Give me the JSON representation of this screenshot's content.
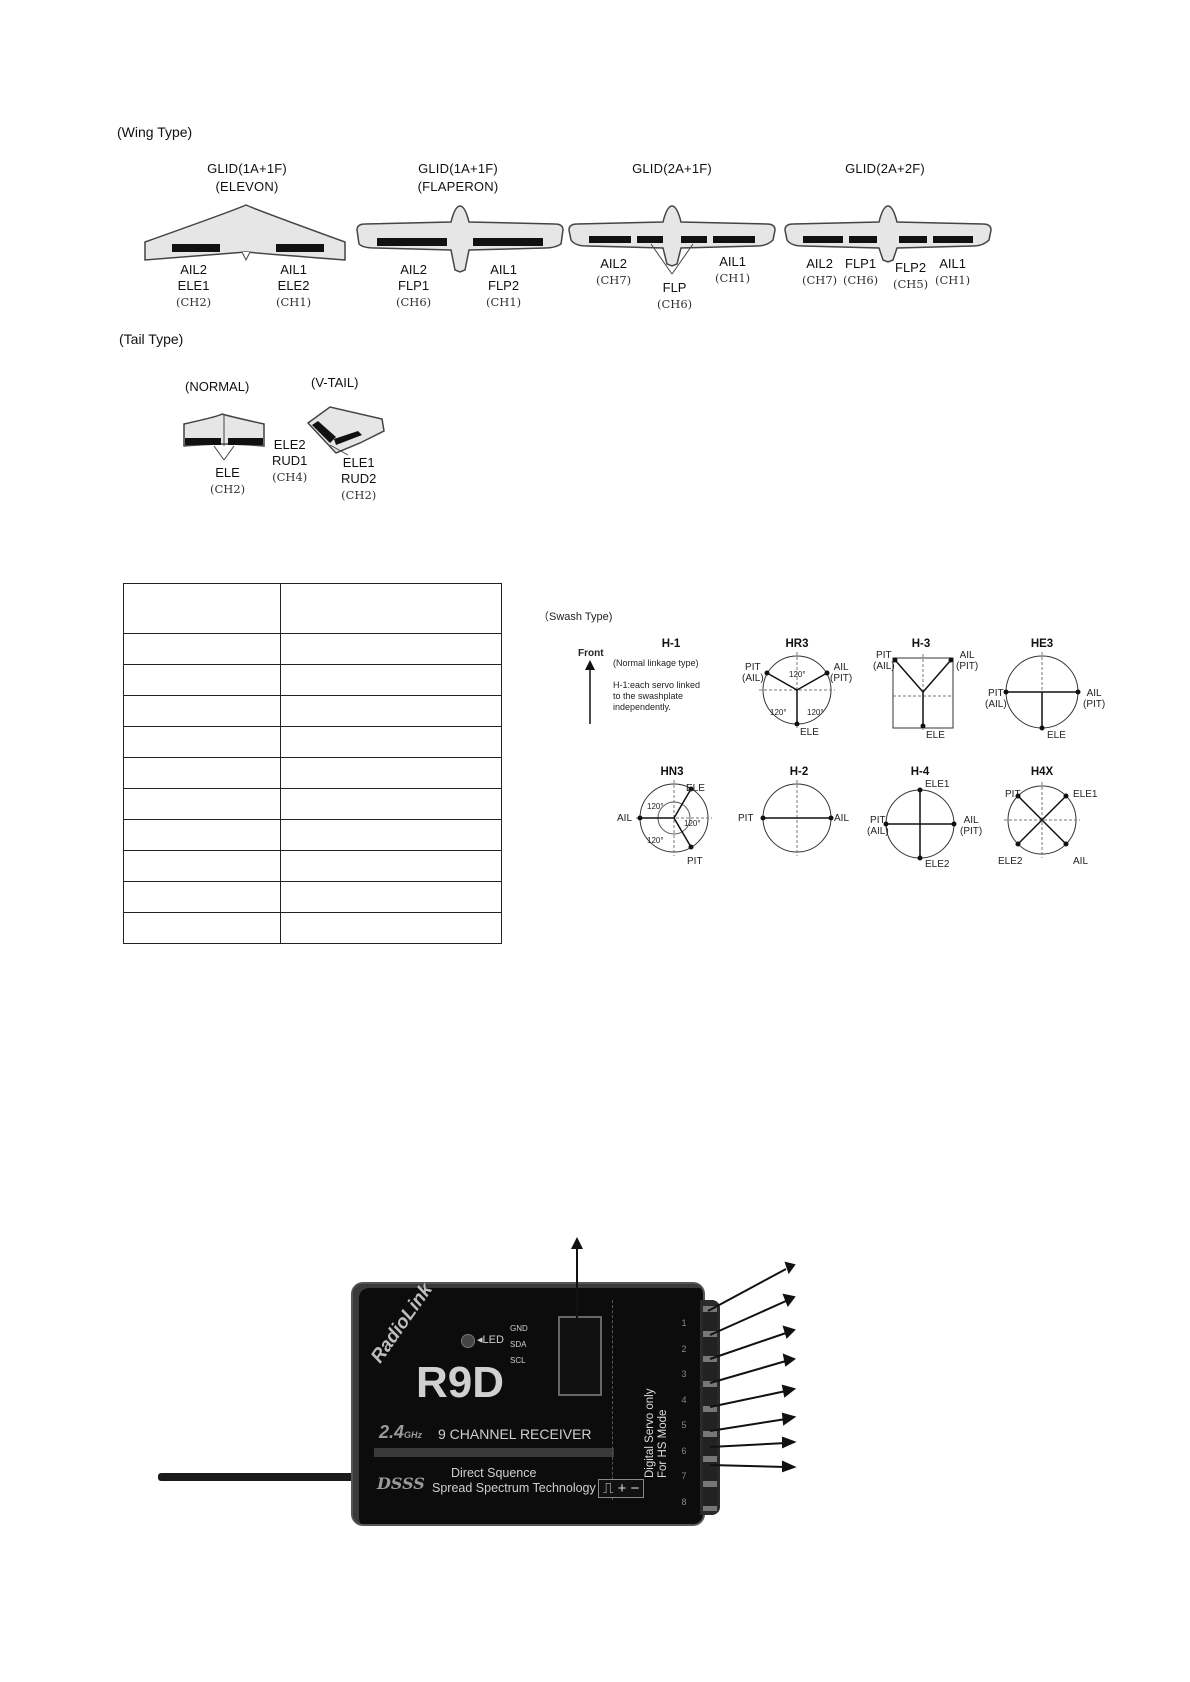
{
  "wing_section": {
    "heading": "(Wing Type)",
    "types": [
      {
        "title": "GLID(1A+1F)",
        "subtitle": "(ELEVON)",
        "labels": [
          {
            "name": "AIL2",
            "sub": "ELE1",
            "ch": "(CH2)"
          },
          {
            "name": "AIL1",
            "sub": "ELE2",
            "ch": "(CH1)"
          }
        ]
      },
      {
        "title": "GLID(1A+1F)",
        "subtitle": "(FLAPERON)",
        "labels": [
          {
            "name": "AIL2",
            "sub": "FLP1",
            "ch": "(CH6)"
          },
          {
            "name": "AIL1",
            "sub": "FLP2",
            "ch": "(CH1)"
          }
        ]
      },
      {
        "title": "GLID(2A+1F)",
        "subtitle": "",
        "labels": [
          {
            "name": "AIL2",
            "ch": "(CH7)"
          },
          {
            "name": "FLP",
            "ch": "(CH6)"
          },
          {
            "name": "AIL1",
            "ch": "(CH1)"
          }
        ]
      },
      {
        "title": "GLID(2A+2F)",
        "subtitle": "",
        "labels": [
          {
            "name": "AIL2",
            "ch": "(CH7)"
          },
          {
            "name": "FLP1",
            "ch": "(CH6)"
          },
          {
            "name": "FLP2",
            "ch": "(CH5)"
          },
          {
            "name": "AIL1",
            "ch": "(CH1)"
          }
        ]
      }
    ]
  },
  "tail_section": {
    "heading": "(Tail Type)",
    "normal": {
      "title": "(NORMAL)",
      "label": "ELE",
      "ch": "(CH2)"
    },
    "vtail": {
      "title": "(V-TAIL)",
      "left_a": "ELE2",
      "left_b": "RUD1",
      "left_ch": "(CH4)",
      "right_a": "ELE1",
      "right_b": "RUD2",
      "right_ch": "(CH2)"
    }
  },
  "empty_table": {
    "rows": 11,
    "cols": 2
  },
  "swash_section": {
    "heading": "（Swash Type)",
    "front_label": "Front",
    "h1": {
      "title": "H-1",
      "note1": "(Normal linkage type)",
      "note2": "H-1:each servo linked",
      "note3": "to the swashplate",
      "note4": "independently."
    },
    "hr3": {
      "title": "HR3",
      "pit": "PIT",
      "ail_paren": "(AIL)",
      "ail": "AIL",
      "pit_paren": "(PIT)",
      "ele": "ELE",
      "angle": "120°"
    },
    "h3": {
      "title": "H-3",
      "pit": "PIT",
      "ail_paren": "(AIL)",
      "ail": "AIL",
      "pit_paren": "(PIT)",
      "ele": "ELE"
    },
    "he3": {
      "title": "HE3",
      "pit": "PIT",
      "ail_paren": "(AIL)",
      "ail": "AIL",
      "pit_paren": "(PIT)",
      "ele": "ELE"
    },
    "hn3": {
      "title": "HN3",
      "ele": "ELE",
      "ail": "AIL",
      "pit": "PIT",
      "angle": "120°"
    },
    "h2": {
      "title": "H-2",
      "pit": "PIT",
      "ail": "AIL"
    },
    "h4": {
      "title": "H-4",
      "ele1": "ELE1",
      "ele2": "ELE2",
      "pit": "PIT",
      "ail_paren": "(AIL)",
      "ail": "AIL",
      "pit_paren": "(PIT)"
    },
    "h4x": {
      "title": "H4X",
      "pit": "PIT",
      "ele1": "ELE1",
      "ele2": "ELE2",
      "ail": "AIL"
    }
  },
  "receiver": {
    "brand": "RadioLink",
    "model": "R9D",
    "band": "2.4",
    "band_unit": "GHz",
    "desc": "9 CHANNEL RECEIVER",
    "tech_abbr": "DSSS",
    "tech_line1": "Direct Squence",
    "tech_line2": "Spread Spectrum Technology",
    "side_line1": "Digital Servo only",
    "side_line2": "For HS Mode",
    "led": "LED",
    "pins": [
      "GND",
      "SDA",
      "SCL"
    ],
    "polarity": "⎍ + −",
    "channel_numbers": [
      "1",
      "2",
      "3",
      "4",
      "5",
      "6",
      "7",
      "8"
    ]
  }
}
